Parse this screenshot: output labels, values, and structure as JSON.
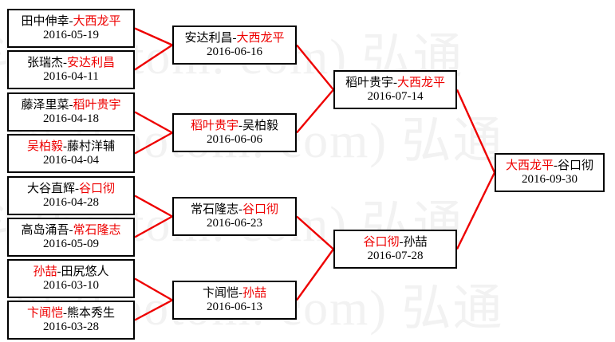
{
  "diagram": {
    "type": "single-elimination-tournament-bracket",
    "title_visible": false,
    "winner_color": "#ee0000",
    "loser_color": "#000000",
    "box_border_color": "#000000",
    "connector_color": "#ee0000",
    "background_color": "#ffffff"
  },
  "watermark": {
    "text_lines": [
      "料 (hootom. com) 弘通",
      "料 (hootom. com) 弘通",
      "料 (hootom. com) 弘通",
      "料 (hootom. com) 弘通"
    ],
    "color": "#f2f2f2"
  },
  "rounds": [
    {
      "name": "round-1",
      "matches": [
        {
          "id": "r1m1",
          "left": "田中伸幸",
          "right": "大西龙平",
          "winner": "right",
          "date": "2016-05-19"
        },
        {
          "id": "r1m2",
          "left": "张瑞杰",
          "right": "安达利昌",
          "winner": "right",
          "date": "2016-04-11"
        },
        {
          "id": "r1m3",
          "left": "藤泽里菜",
          "right": "稻叶贵宇",
          "winner": "right",
          "date": "2016-04-18"
        },
        {
          "id": "r1m4",
          "left": "吴柏毅",
          "right": "藤村洋辅",
          "winner": "left",
          "date": "2016-04-04"
        },
        {
          "id": "r1m5",
          "left": "大谷直辉",
          "right": "谷口彻",
          "winner": "right",
          "date": "2016-04-28"
        },
        {
          "id": "r1m6",
          "left": "高岛涌吾",
          "right": "常石隆志",
          "winner": "right",
          "date": "2016-05-09"
        },
        {
          "id": "r1m7",
          "left": "孙喆",
          "right": "田尻悠人",
          "winner": "left",
          "date": "2016-03-10"
        },
        {
          "id": "r1m8",
          "left": "卞闻恺",
          "right": "熊本秀生",
          "winner": "left",
          "date": "2016-03-28"
        }
      ]
    },
    {
      "name": "round-2",
      "matches": [
        {
          "id": "r2m1",
          "left": "安达利昌",
          "right": "大西龙平",
          "winner": "right",
          "date": "2016-06-16"
        },
        {
          "id": "r2m2",
          "left": "稻叶贵宇",
          "right": "吴柏毅",
          "winner": "left",
          "date": "2016-06-06"
        },
        {
          "id": "r2m3",
          "left": "常石隆志",
          "right": "谷口彻",
          "winner": "right",
          "date": "2016-06-23"
        },
        {
          "id": "r2m4",
          "left": "卞闻恺",
          "right": "孙喆",
          "winner": "right",
          "date": "2016-06-13"
        }
      ]
    },
    {
      "name": "semifinal",
      "matches": [
        {
          "id": "r3m1",
          "left": "稻叶贵宇",
          "right": "大西龙平",
          "winner": "right",
          "date": "2016-07-14"
        },
        {
          "id": "r3m2",
          "left": "谷口彻",
          "right": "孙喆",
          "winner": "left",
          "date": "2016-07-28"
        }
      ]
    },
    {
      "name": "final",
      "matches": [
        {
          "id": "r4m1",
          "left": "大西龙平",
          "right": "谷口彻",
          "winner": "left",
          "date": "2016-09-30"
        }
      ]
    }
  ]
}
